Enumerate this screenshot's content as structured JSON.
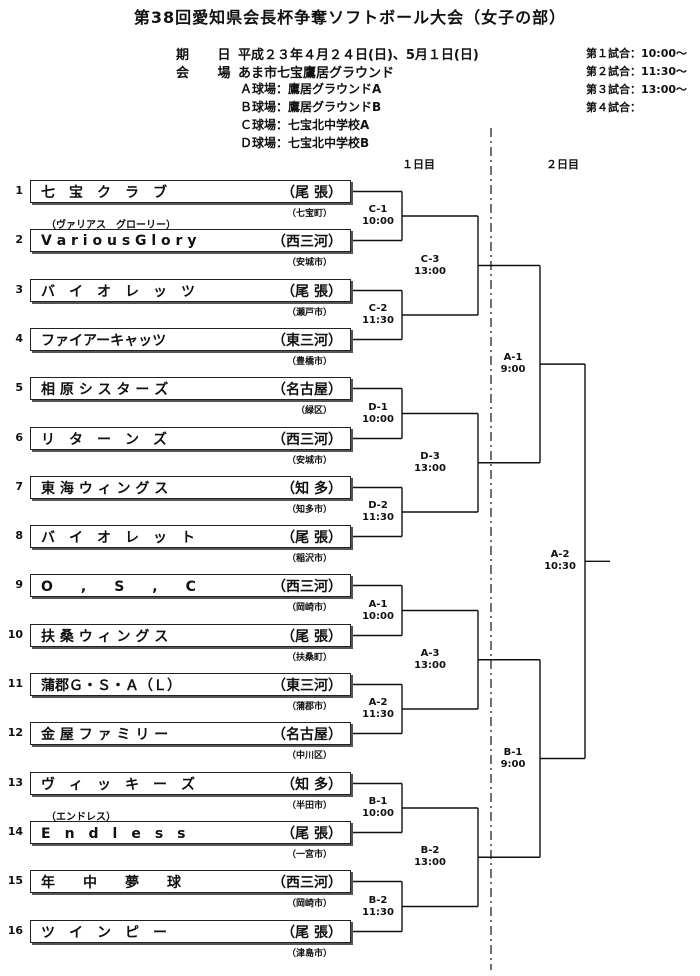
{
  "title": "第38回愛知県会長杯争奪ソフトボール大会（女子の部）",
  "info": {
    "date_label": "期 日",
    "date_value": "平成２３年４月２４日(日)、5月１日(日)",
    "venue_label": "会 場",
    "venue_value": "あま市七宝鷹居グラウンド",
    "fields": [
      "Ａ球場：鷹居グラウンドA",
      "Ｂ球場：鷹居グラウンドB",
      "Ｃ球場：七宝北中学校A",
      "Ｄ球場：七宝北中学校B"
    ]
  },
  "times": [
    "第１試合：10:00～",
    "第２試合：11:30～",
    "第３試合：13:00～",
    "第４試合："
  ],
  "days": {
    "day1": "１日目",
    "day2": "２日目"
  },
  "teams": [
    {
      "num": "1",
      "name": "七　宝　ク　ラ　ブ",
      "region": "（尾 張）",
      "city": "（七宝町）"
    },
    {
      "num": "2",
      "name": "V a r i o u s  G l o r y",
      "region": "（西三河）",
      "city": "（安城市）",
      "furigana": "（ヴァリアス　グローリー）"
    },
    {
      "num": "3",
      "name": "バ　イ　オ　レ　ッ　ツ",
      "region": "（尾 張）",
      "city": "（瀬戸市）"
    },
    {
      "num": "4",
      "name": "ファイアーキャッツ",
      "region": "（東三河）",
      "city": "（豊橋市）"
    },
    {
      "num": "5",
      "name": "相 原 シ ス タ ー ズ",
      "region": "（名古屋）",
      "city": "（緑区）"
    },
    {
      "num": "6",
      "name": "リ　タ　ー　ン　ズ",
      "region": "（西三河）",
      "city": "（安城市）"
    },
    {
      "num": "7",
      "name": "東 海 ウ ィ ン グ ス",
      "region": "（知 多）",
      "city": "（知多市）"
    },
    {
      "num": "8",
      "name": "バ　イ　オ　レ　ッ　ト",
      "region": "（尾 張）",
      "city": "（稲沢市）"
    },
    {
      "num": "9",
      "name": "O　　,　　S　　,　　C",
      "region": "（西三河）",
      "city": "（岡崎市）"
    },
    {
      "num": "10",
      "name": "扶 桑 ウ ィ ン グ ス",
      "region": "（尾 張）",
      "city": "（扶桑町）"
    },
    {
      "num": "11",
      "name": "蒲郡Ｇ・Ｓ・Ａ（Ｌ）",
      "region": "（東三河）",
      "city": "（蒲郡市）"
    },
    {
      "num": "12",
      "name": "金 屋 フ ァ ミ リ ー",
      "region": "（名古屋）",
      "city": "（中川区）"
    },
    {
      "num": "13",
      "name": "ヴ　ィ　ッ　キ　ー　ズ",
      "region": "（知 多）",
      "city": "（半田市）"
    },
    {
      "num": "14",
      "name": "E　n　d　l　e　s　s",
      "region": "（尾 張）",
      "city": "（一宮市）",
      "furigana": "（エンドレス）"
    },
    {
      "num": "15",
      "name": "年　　中　　夢　　球",
      "region": "（西三河）",
      "city": "（岡崎市）"
    },
    {
      "num": "16",
      "name": "ツ　イ　ン　ピ　ー",
      "region": "（尾 張）",
      "city": "（津島市）"
    }
  ],
  "matches": {
    "r1": [
      {
        "code": "C-1",
        "time": "10:00"
      },
      {
        "code": "C-2",
        "time": "11:30"
      },
      {
        "code": "D-1",
        "time": "10:00"
      },
      {
        "code": "D-2",
        "time": "11:30"
      },
      {
        "code": "A-1",
        "time": "10:00"
      },
      {
        "code": "A-2",
        "time": "11:30"
      },
      {
        "code": "B-1",
        "time": "10:00"
      },
      {
        "code": "B-2",
        "time": "11:30"
      }
    ],
    "r2": [
      {
        "code": "C-3",
        "time": "13:00"
      },
      {
        "code": "D-3",
        "time": "13:00"
      },
      {
        "code": "A-3",
        "time": "13:00"
      },
      {
        "code": "B-2",
        "time": "13:00"
      }
    ],
    "r3": [
      {
        "code": "A-1",
        "time": "9:00"
      },
      {
        "code": "B-1",
        "time": "9:00"
      }
    ],
    "final": {
      "code": "A-2",
      "time": "10:30"
    }
  }
}
